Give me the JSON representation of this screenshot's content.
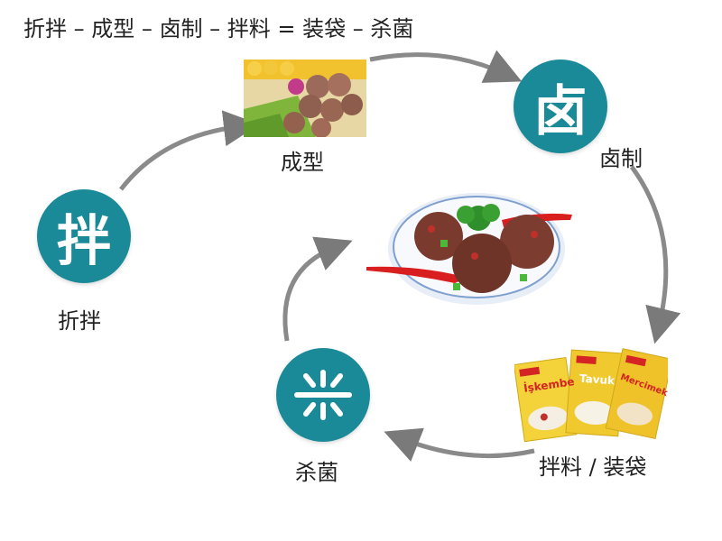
{
  "title": "折拌 – 成型 – 卤制 – 拌料 = 装袋 – 杀菌",
  "colors": {
    "accent": "#1a8a99",
    "arrow": "#7a7a7a"
  },
  "steps": {
    "mix": {
      "glyph": "拌",
      "label": "折拌"
    },
    "shape": {
      "label": "成型"
    },
    "marinate": {
      "glyph": "卤",
      "label": "卤制"
    },
    "pack": {
      "label": "拌料 / 装袋"
    },
    "sterilize": {
      "label": "杀菌"
    }
  },
  "packets": [
    "İşkembe",
    "Tavuk",
    "Mercimek"
  ]
}
